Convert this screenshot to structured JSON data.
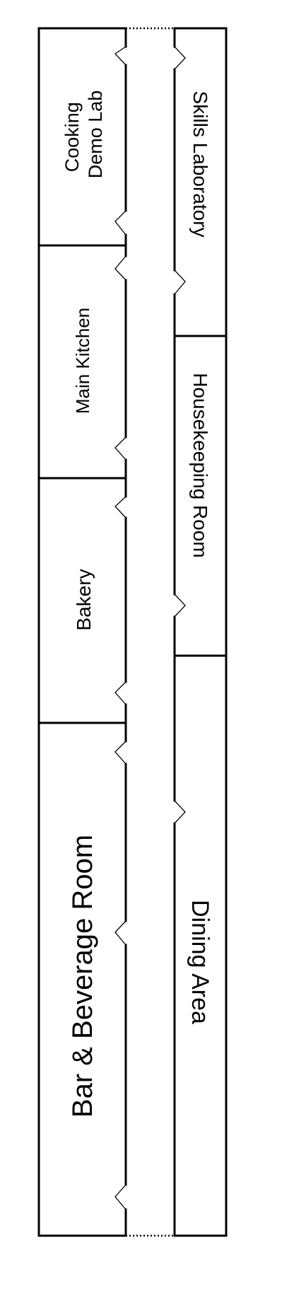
{
  "rooms": {
    "cooking_demo_lab": {
      "line1": "Cooking",
      "line2": "Demo Lab"
    },
    "main_kitchen": "Main Kitchen",
    "bakery": "Bakery",
    "bar_beverage_room": "Bar & Beverage Room",
    "skills_laboratory": "Skills Laboratory",
    "housekeeping_room": "Housekeeping Room",
    "dining_area": "Dining Area"
  }
}
